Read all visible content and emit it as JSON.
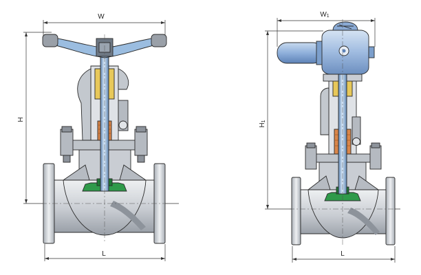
{
  "manual_valve": {
    "dim_width": "W",
    "dim_height": "H",
    "dim_length": "L"
  },
  "electric_valve": {
    "dim_width_letter": "W",
    "dim_width_sub": "1",
    "dim_height_letter": "H",
    "dim_height_sub": "1",
    "dim_length": "L"
  },
  "colors": {
    "body": "#cfd3d8",
    "stem": "#8fb3d9",
    "handwheel": "#9bbde0",
    "actuator": "#a6c1e2",
    "disc": "#2f9a4a",
    "packing": "#e7c85a",
    "gland": "#d9864a"
  }
}
